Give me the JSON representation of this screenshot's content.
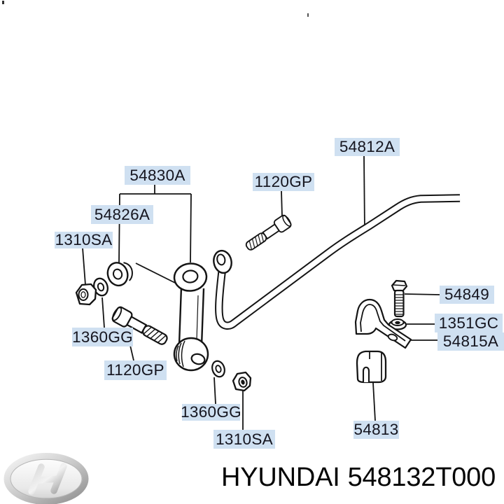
{
  "diagram": {
    "labels": [
      {
        "name": "54830A",
        "text": "54830A"
      },
      {
        "name": "54826A",
        "text": "54826A"
      },
      {
        "name": "1310SA-left",
        "text": "1310SA"
      },
      {
        "name": "1360GG-left",
        "text": "1360GG"
      },
      {
        "name": "1120GP-left",
        "text": "1120GP"
      },
      {
        "name": "1120GP-top",
        "text": "1120GP"
      },
      {
        "name": "54812A",
        "text": "54812A"
      },
      {
        "name": "54849",
        "text": "54849"
      },
      {
        "name": "1351GC",
        "text": "1351GC"
      },
      {
        "name": "54815A",
        "text": "54815A"
      },
      {
        "name": "54813",
        "text": "54813"
      },
      {
        "name": "1360GG-bottom",
        "text": "1360GG"
      },
      {
        "name": "1310SA-bottom",
        "text": "1310SA"
      }
    ]
  },
  "footer": {
    "brand": "HYUNDAI",
    "part_number": "548132T000"
  },
  "colors": {
    "label_bg": "#cfe0f1",
    "label_text": "#15151f",
    "line": "#141414",
    "footer_text": "#050505",
    "background": "#ffffff"
  }
}
